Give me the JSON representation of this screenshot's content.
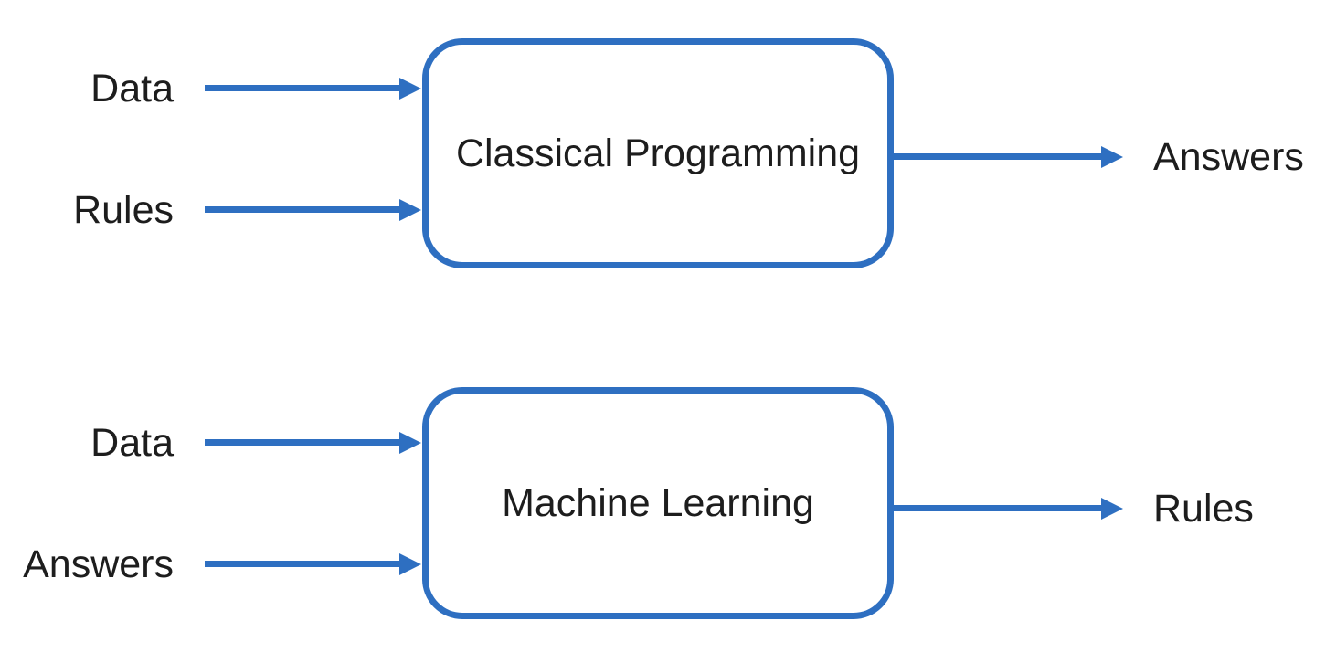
{
  "colors": {
    "accent": "#2e6fc1",
    "text": "#1d1d1d",
    "background": "#ffffff"
  },
  "flows": {
    "classical_programming": {
      "inputs": [
        "Data",
        "Rules"
      ],
      "box_label": "Classical Programming",
      "output": "Answers"
    },
    "machine_learning": {
      "inputs": [
        "Data",
        "Answers"
      ],
      "box_label": "Machine Learning",
      "output": "Rules"
    }
  }
}
